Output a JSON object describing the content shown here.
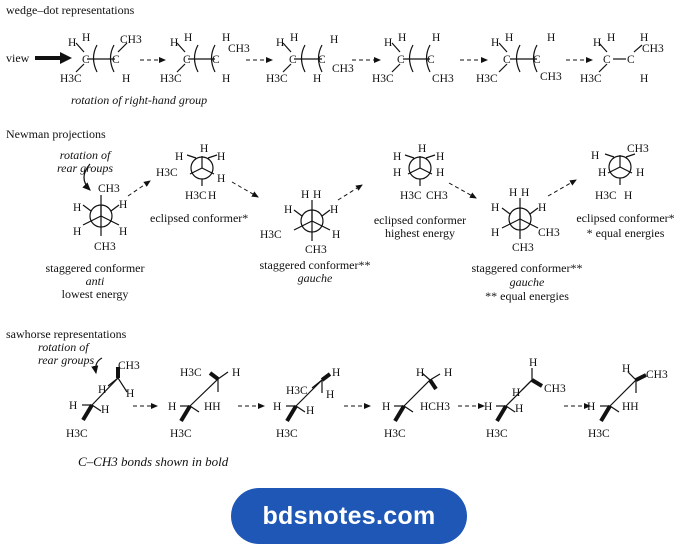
{
  "sections": {
    "wedge": {
      "title": "wedge–dot representations",
      "view_label": "view",
      "caption": "rotation of right-hand group"
    },
    "newman": {
      "title": "Newman projections",
      "rotation_label_1": "rotation of",
      "rotation_label_2": "rear groups",
      "c1": {
        "line1": "staggered conformer",
        "line2": "anti",
        "line3": "lowest energy"
      },
      "c2": {
        "line1": "eclipsed conformer*"
      },
      "c3": {
        "line1": "staggered conformer**",
        "line2": "gauche"
      },
      "c4": {
        "line1": "eclipsed conformer",
        "line2": "highest energy"
      },
      "c5": {
        "line1": "staggered conformer**",
        "line2": "gauche",
        "line3": "** equal energies"
      },
      "c6": {
        "line1": "eclipsed conformer*",
        "line2": "* equal energies"
      }
    },
    "sawhorse": {
      "title": "sawhorse representations",
      "rotation_label_1": "rotation of",
      "rotation_label_2": "rear groups",
      "caption": "C–CH3 bonds shown in bold"
    }
  },
  "atoms": {
    "H": "H",
    "C": "C",
    "CH3": "CH3",
    "H3C": "H3C",
    "HH": "HH",
    "HCH3": "HCH3"
  },
  "watermark": "bdsnotes.com"
}
